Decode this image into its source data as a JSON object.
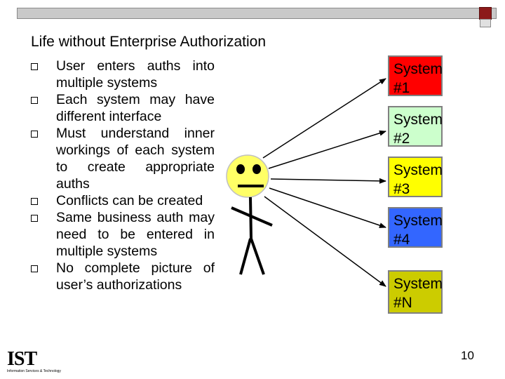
{
  "slide": {
    "title": "Life without Enterprise Authorization",
    "bullets": [
      "User enters auths into multiple systems",
      "Each system may have different interface",
      "Must understand inner workings of each system to create appropriate auths",
      "Conflicts can be created",
      "Same business auth may need to be entered in multiple systems",
      "No complete picture of user’s authorizations"
    ],
    "systems": [
      {
        "line1": "System",
        "line2": "#1",
        "color": "#ff0000"
      },
      {
        "line1": "System",
        "line2": "#2",
        "color": "#ccffcc"
      },
      {
        "line1": "System",
        "line2": "#3",
        "color": "#ffff00"
      },
      {
        "line1": "System",
        "line2": "#4",
        "color": "#3366ff"
      },
      {
        "line1": "System",
        "line2": "#N",
        "color": "#cccc00"
      }
    ],
    "page_number": "10"
  },
  "logo": {
    "text": "IST",
    "subtitle": "Information Services & Technology"
  },
  "colors": {
    "face": "#ffff66",
    "arrow": "#000000"
  }
}
